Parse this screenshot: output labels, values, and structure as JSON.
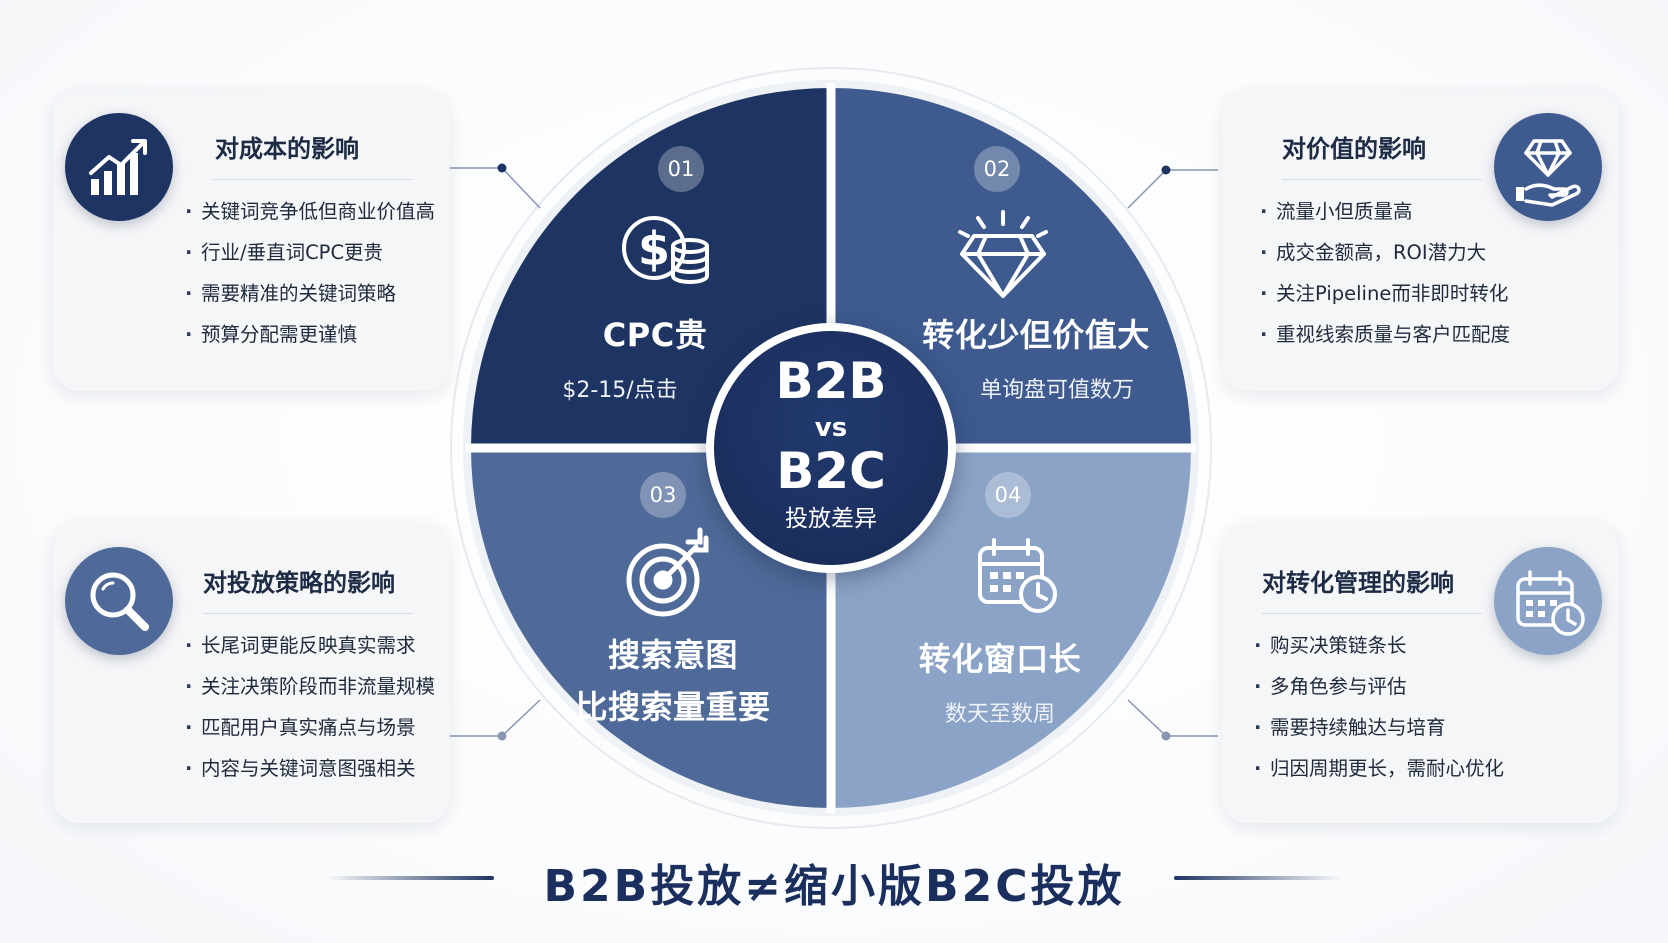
{
  "center": {
    "top": "B2B",
    "mid": "vs",
    "bottom": "B2C",
    "subtitle": "投放差异"
  },
  "quadrants": [
    {
      "num": "01",
      "title": "CPC贵",
      "subtitle": "$2-15/点击",
      "icon": "dollar-coins-icon",
      "color": "#1e3462"
    },
    {
      "num": "02",
      "title": "转化少但价值大",
      "subtitle": "单询盘可值数万",
      "icon": "diamond-icon",
      "color": "#3e5a8e"
    },
    {
      "num": "03",
      "title_line1": "搜索意图",
      "title_line2": "比搜索量重要",
      "icon": "target-icon",
      "color": "#4f6a98"
    },
    {
      "num": "04",
      "title": "转化窗口长",
      "subtitle": "数天至数周",
      "icon": "calendar-clock-icon",
      "color": "#8ba3c6"
    }
  ],
  "cards": {
    "cost": {
      "title": "对成本的影响",
      "icon": "bar-chart-up-icon",
      "items": [
        "关键词竞争低但商业价值高",
        "行业/垂直词CPC更贵",
        "需要精准的关键词策略",
        "预算分配需更谨慎"
      ]
    },
    "value": {
      "title": "对价值的影响",
      "icon": "hand-diamond-icon",
      "items": [
        "流量小但质量高",
        "成交金额高，ROI潜力大",
        "关注Pipeline而非即时转化",
        "重视线索质量与客户匹配度"
      ]
    },
    "strategy": {
      "title": "对投放策略的影响",
      "icon": "magnifier-icon",
      "items": [
        "长尾词更能反映真实需求",
        "关注决策阶段而非流量规模",
        "匹配用户真实痛点与场景",
        "内容与关键词意图强相关"
      ]
    },
    "conversion": {
      "title": "对转化管理的影响",
      "icon": "calendar-clock-icon",
      "items": [
        "购买决策链条长",
        "多角色参与评估",
        "需要持续触达与培育",
        "归因周期更长，需耐心优化"
      ]
    }
  },
  "footer": {
    "text": "B2B投放≠缩小版B2C投放"
  }
}
